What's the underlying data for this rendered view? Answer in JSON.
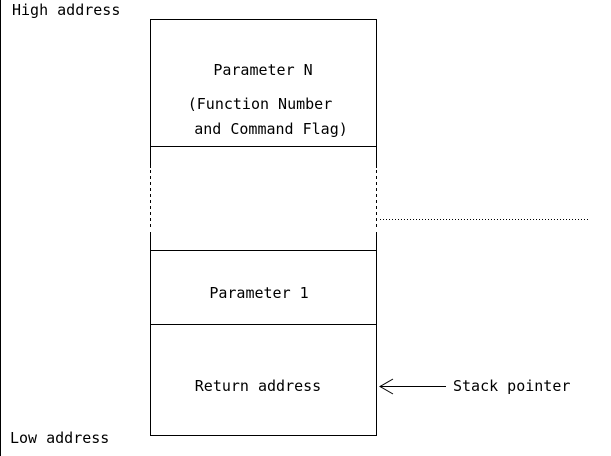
{
  "labels": {
    "high_address": "High address",
    "low_address": "Low address",
    "stack_pointer": "Stack pointer"
  },
  "stack": {
    "parameter_n": {
      "title": "Parameter N",
      "detail_line1": "(Function Number",
      "detail_line2": "and Command Flag)"
    },
    "parameter_1": "Parameter 1",
    "return_address": "Return address"
  }
}
